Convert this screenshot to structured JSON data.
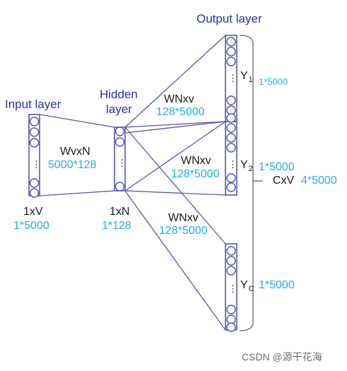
{
  "colors": {
    "title": "#2b2fa8",
    "size": "#21aee3",
    "line": "#5a57a8",
    "bracket": "#666666",
    "text": "#1a1a1a"
  },
  "labels": {
    "input_layer": "Input layer",
    "hidden_layer_1": "Hidden",
    "hidden_layer_2": "layer",
    "output_layer": "Output layer",
    "w_input_hidden": "WvxN",
    "w_input_hidden_size": "5000*128",
    "w_hidden_out_1": "WNxv",
    "w_hidden_out_1_size": "128*5000",
    "w_hidden_out_2": "WNxv",
    "w_hidden_out_2_size": "128*5000",
    "w_hidden_out_3": "WNxv",
    "w_hidden_out_3_size": "128*5000",
    "input_dim": "1xV",
    "input_dim_size": "1*5000",
    "hidden_dim": "1xN",
    "hidden_dim_size": "1*128",
    "y1_letter": "Y",
    "y1_sub": "1",
    "y1_size": "1*5000",
    "y2_letter": "Y",
    "y2_sub": "2",
    "y2_size": "1*5000",
    "yc_letter": "Y",
    "yc_sub": "C",
    "yc_size": "1*5000",
    "cxv": "CxV",
    "cxv_size": "4*5000",
    "ellipsis": "⋮",
    "watermark": "CSDN @源干花海"
  }
}
